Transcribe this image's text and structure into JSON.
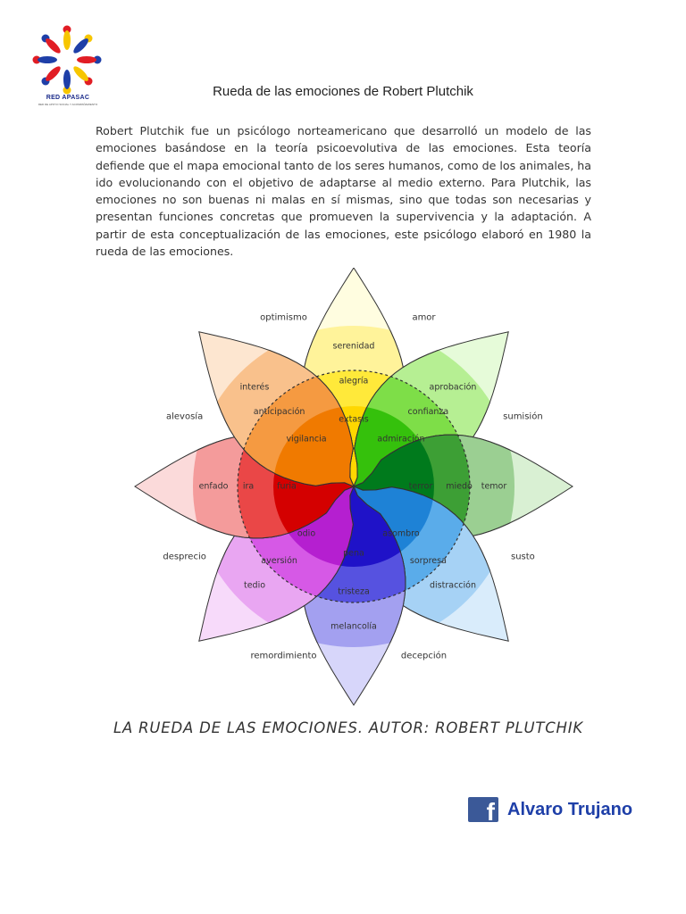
{
  "header": {
    "logo_text": "RED APASAC",
    "logo_subtext": "RED DE APOYO SOCIAL Y ACOMPAÑAMIENTO"
  },
  "document": {
    "title": "Rueda de las emociones de Robert Plutchik",
    "paragraph": "Robert Plutchik fue un psicólogo norteamericano que desarrolló un modelo de las emociones basándose en la teoría psicoevolutiva de las emociones. Esta teoría defiende que el mapa emocional tanto de los seres humanos, como de los animales, ha ido evolucionando con el objetivo de adaptarse al medio externo. Para Plutchik, las emociones no son buenas ni malas en sí mismas, sino que todas son necesarias y presentan funciones concretas que promueven la supervivencia y la adaptación. A partir de esta conceptualización de las emociones, este psicólogo elaboró en 1980 la rueda de las emociones."
  },
  "wheel": {
    "petals": [
      {
        "outer": "serenidad",
        "middle": "alegría",
        "inner": "extasis",
        "colors": [
          "#fffde0",
          "#fff39a",
          "#ffe93a",
          "#ffd700"
        ]
      },
      {
        "outer": "aprobación",
        "middle": "confianza",
        "inner": "admiración",
        "colors": [
          "#e6fbd9",
          "#b6ef93",
          "#7ede48",
          "#35c10c"
        ]
      },
      {
        "outer": "temor",
        "middle": "miedo",
        "inner": "terror",
        "colors": [
          "#d9f0d3",
          "#9bcf92",
          "#3d9f35",
          "#007a1c"
        ]
      },
      {
        "outer": "distracción",
        "middle": "sorpresa",
        "inner": "asombro",
        "colors": [
          "#d9ecfb",
          "#a6d2f5",
          "#5aacea",
          "#1e82d6"
        ]
      },
      {
        "outer": "melancolía",
        "middle": "tristeza",
        "inner": "pena",
        "colors": [
          "#d7d6fa",
          "#a3a0f0",
          "#5652e0",
          "#1f12c8"
        ]
      },
      {
        "outer": "tedio",
        "middle": "aversión",
        "inner": "odio",
        "colors": [
          "#f7dafa",
          "#e9a6f2",
          "#d659e6",
          "#b51fd0"
        ]
      },
      {
        "outer": "enfado",
        "middle": "ira",
        "inner": "furia",
        "colors": [
          "#fbdada",
          "#f49b9b",
          "#ea4747",
          "#d40000"
        ]
      },
      {
        "outer": "interés",
        "middle": "anticipación",
        "inner": "vigilancia",
        "colors": [
          "#fde6d0",
          "#f9c18c",
          "#f59a41",
          "#f07a00"
        ]
      }
    ],
    "dyads": [
      "amor",
      "sumisión",
      "susto",
      "decepción",
      "remordimiento",
      "desprecio",
      "alevosía",
      "optimismo"
    ]
  },
  "caption": "LA RUEDA DE LAS EMOCIONES. AUTOR: ROBERT PLUTCHIK",
  "footer": {
    "facebook_icon": "f",
    "author": "Alvaro Trujano"
  }
}
